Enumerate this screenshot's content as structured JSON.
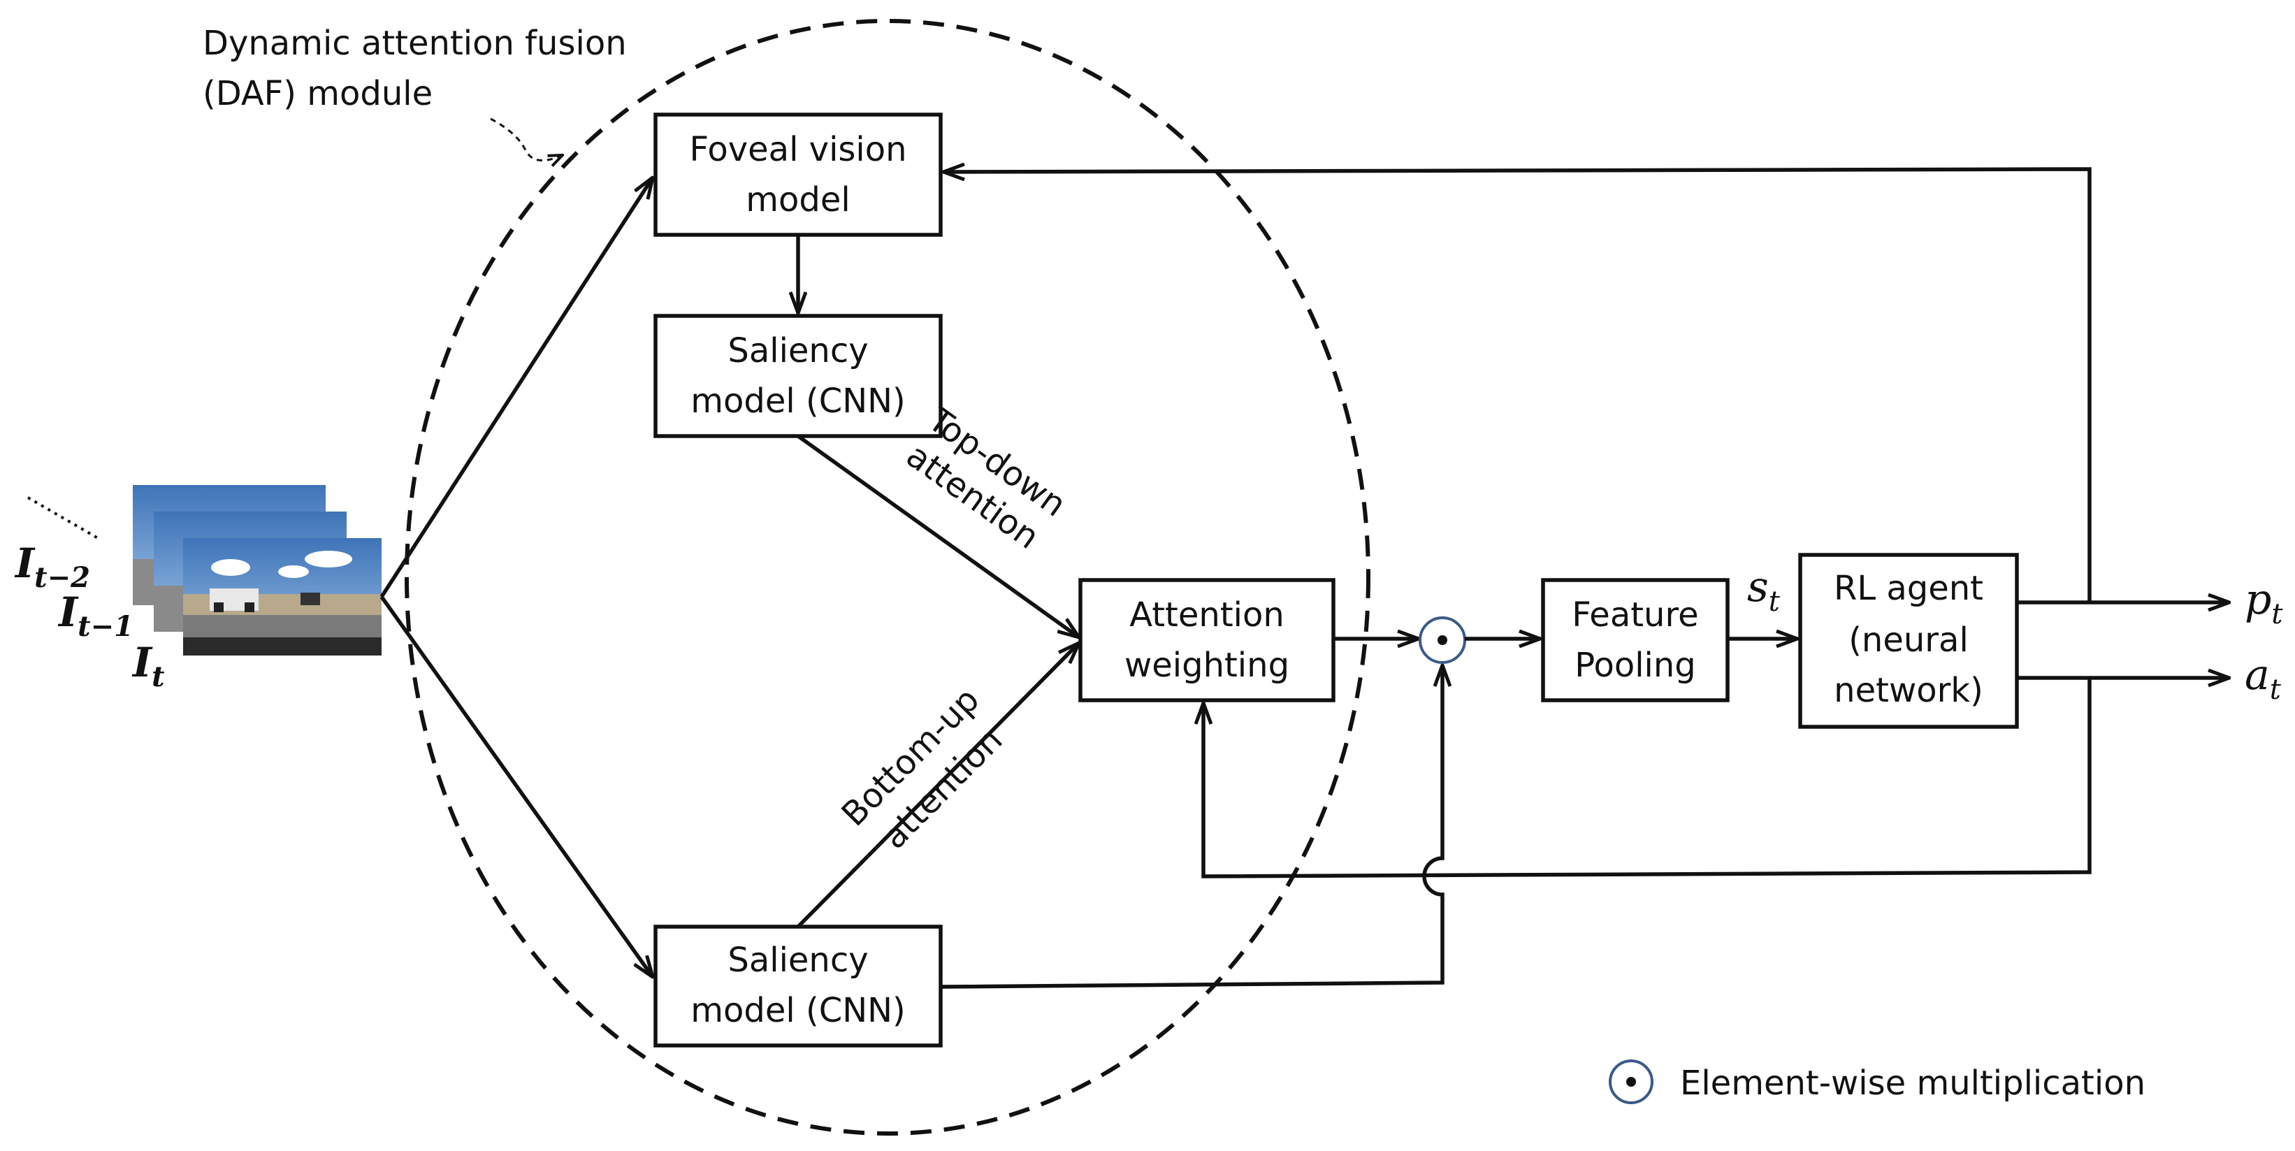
{
  "module_label": {
    "line1": "Dynamic attention fusion",
    "line2": "(DAF) module"
  },
  "boxes": {
    "foveal": {
      "line1": "Foveal vision",
      "line2": "model"
    },
    "saliency_top": {
      "line1": "Saliency",
      "line2": "model (CNN)"
    },
    "saliency_bottom": {
      "line1": "Saliency",
      "line2": "model (CNN)"
    },
    "attention": {
      "line1": "Attention",
      "line2": "weighting"
    },
    "pooling": {
      "line1": "Feature",
      "line2": "Pooling"
    },
    "agent": {
      "line1": "RL agent",
      "line2": "(neural",
      "line3": "network)"
    }
  },
  "edge_labels": {
    "top_down": {
      "line1": "Top-down",
      "line2": "attention"
    },
    "bottom_up": {
      "line1": "Bottom-up",
      "line2": "attention"
    }
  },
  "frames": {
    "t_minus_2": {
      "base": "I",
      "sub": "t−2"
    },
    "t_minus_1": {
      "base": "I",
      "sub": "t−1"
    },
    "t": {
      "base": "I",
      "sub": "t"
    }
  },
  "state_label": {
    "base": "s",
    "sub": "t"
  },
  "outputs": {
    "p": {
      "base": "p",
      "sub": "t"
    },
    "a": {
      "base": "a",
      "sub": "t"
    }
  },
  "legend": {
    "text": "Element-wise multiplication",
    "symbol": "⊙"
  },
  "colors": {
    "ink": "#111111",
    "sky": "#5d8fc9",
    "road": "#6f6f6f",
    "ground": "#9c8a6e"
  }
}
